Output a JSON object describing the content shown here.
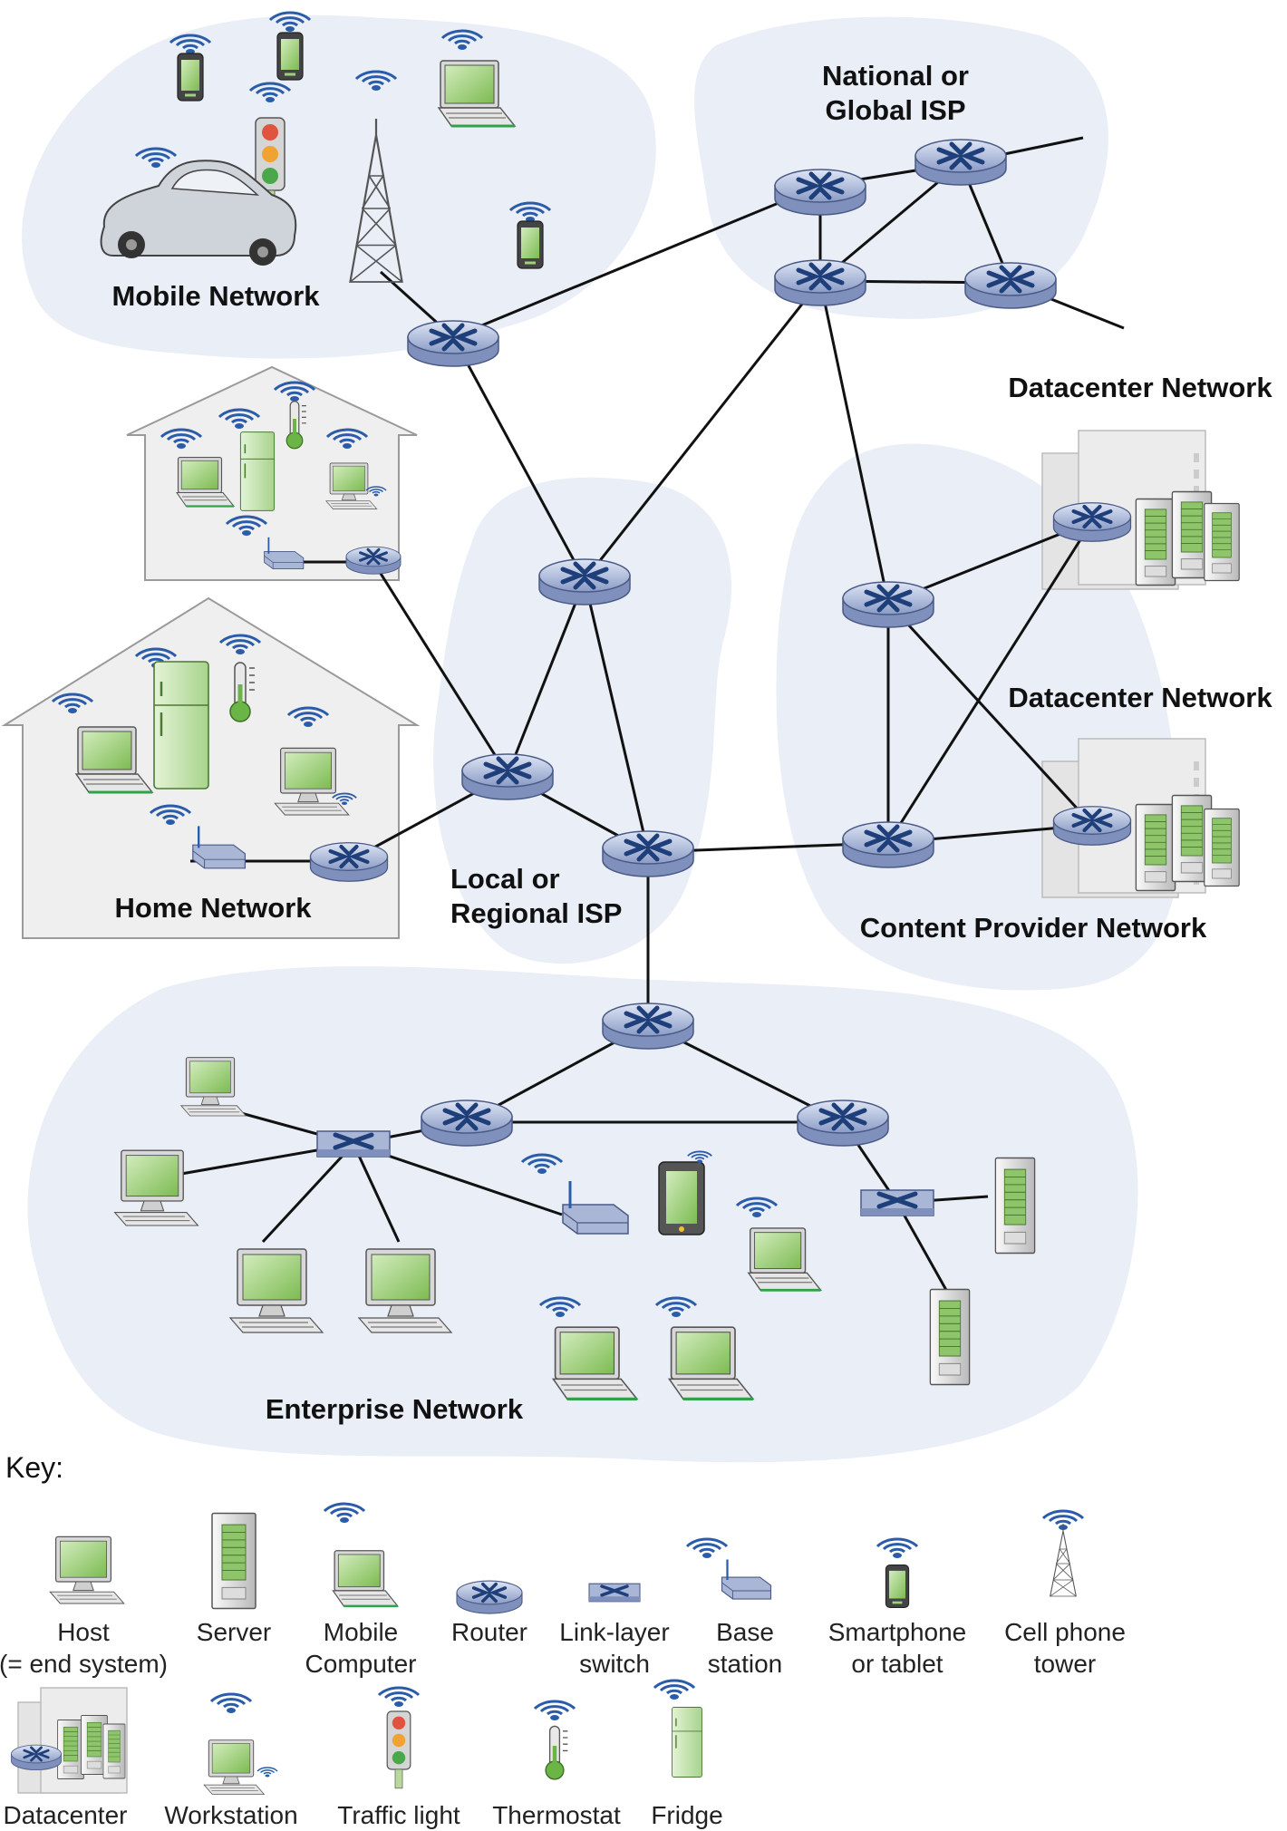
{
  "regions": {
    "mobile": "Mobile Network",
    "global_isp": [
      "National or",
      "Global ISP"
    ],
    "datacenter_1": "Datacenter Network",
    "datacenter_2": "Datacenter Network",
    "home": "Home Network",
    "regional_isp": [
      "Local or",
      "Regional ISP"
    ],
    "content_provider": "Content Provider Network",
    "enterprise": "Enterprise Network"
  },
  "key": {
    "title": "Key:",
    "host": [
      "Host",
      "(= end system)"
    ],
    "server": [
      "Server"
    ],
    "mobile_computer": [
      "Mobile",
      "Computer"
    ],
    "router": [
      "Router"
    ],
    "switch": [
      "Link-layer",
      "switch"
    ],
    "base_station": [
      "Base",
      "station"
    ],
    "smartphone": [
      "Smartphone",
      "or tablet"
    ],
    "cell_tower": [
      "Cell phone",
      "tower"
    ],
    "datacenter": [
      "Datacenter"
    ],
    "workstation": [
      "Workstation"
    ],
    "traffic_light": [
      "Traffic light"
    ],
    "thermostat": [
      "Thermostat"
    ],
    "fridge": [
      "Fridge"
    ]
  },
  "colors": {
    "cloud": "#e9eef7",
    "house": "#efefef",
    "screen": "#9fd07a",
    "router": "#a9b6d6",
    "router_x": "#1f3f7a",
    "wifi": "#2a5caa"
  }
}
